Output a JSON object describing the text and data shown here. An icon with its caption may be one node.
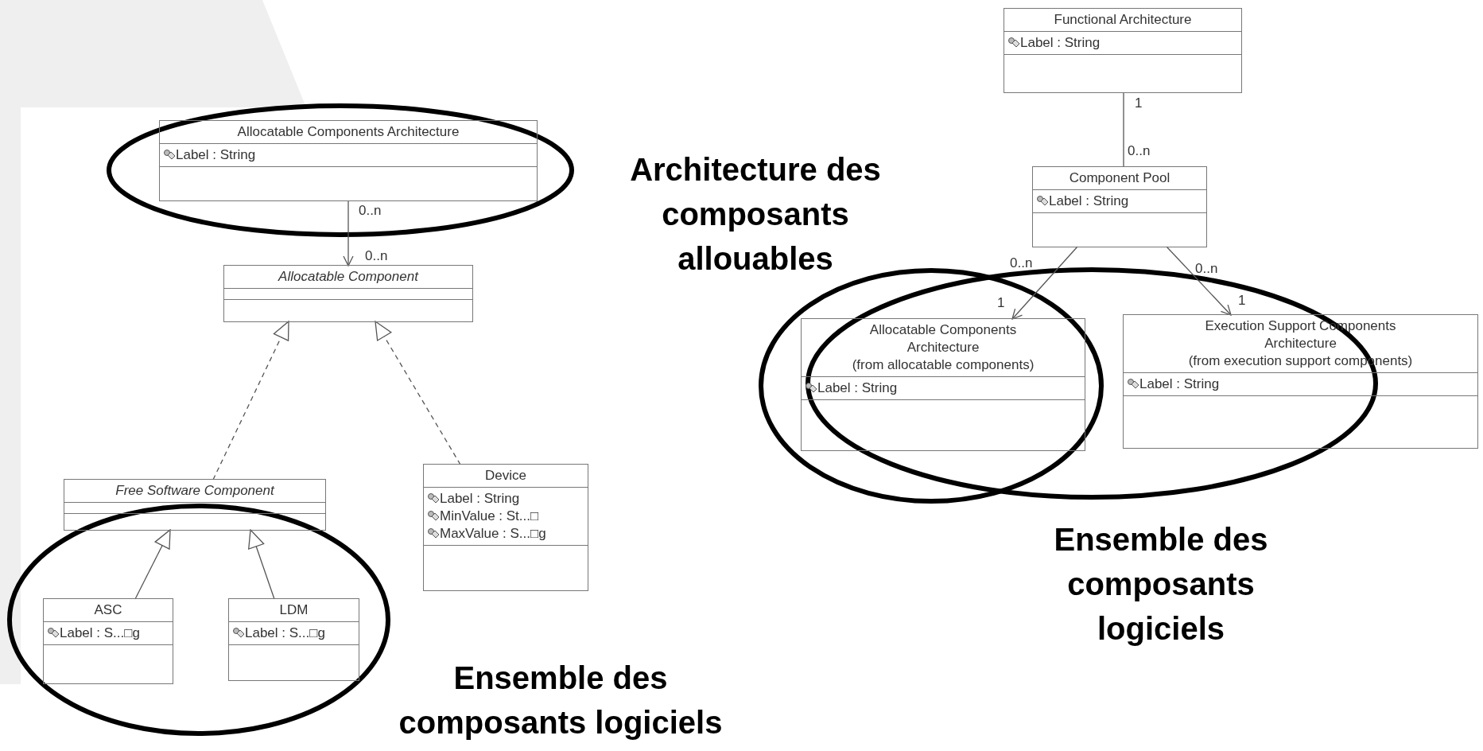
{
  "diagram": {
    "nodes": [
      {
        "text": [
          "Allocatable Components Architecture",
          "Label : String"
        ]
      },
      {
        "text": [
          "Allocatable Component"
        ]
      },
      {
        "text": [
          "Free Software Component"
        ]
      },
      {
        "text": [
          "ASC",
          "Label : S...□g"
        ]
      },
      {
        "text": [
          "LDM",
          "Label : S...□g"
        ]
      },
      {
        "text": [
          "Device",
          "Label : String",
          "MinValue : St...□",
          "MaxValue : S...□g"
        ]
      },
      {
        "text": [
          "Functional Architecture",
          "Label : String"
        ]
      },
      {
        "text": [
          "Component Pool",
          "Label : String"
        ]
      },
      {
        "text": [
          "Allocatable Components Architecture",
          "(from allocatable components)",
          "Label : String"
        ]
      },
      {
        "text": [
          "Execution Support Components Architecture",
          "(from execution support components)",
          "Label : String"
        ]
      }
    ],
    "edges": [
      {
        "from": 0,
        "to": 1,
        "arrow": "to"
      },
      {
        "from": 2,
        "to": 1,
        "arrow": "to",
        "style": "dashed"
      },
      {
        "from": 5,
        "to": 1,
        "arrow": "to",
        "style": "dashed"
      },
      {
        "from": 3,
        "to": 2,
        "arrow": "to"
      },
      {
        "from": 4,
        "to": 2,
        "arrow": "to"
      },
      {
        "from": 6,
        "to": 7,
        "arrow": "none"
      },
      {
        "from": 7,
        "to": 8,
        "arrow": "to"
      },
      {
        "from": 7,
        "to": 9,
        "arrow": "to"
      }
    ],
    "labels": [
      "0..n",
      "0..n",
      "Architecture des composants allouables",
      "1",
      "0..n",
      "0..n",
      "0..n",
      "1",
      "1",
      "Ensemble des composants logiciels",
      "Ensemble des composants logiciels"
    ]
  }
}
